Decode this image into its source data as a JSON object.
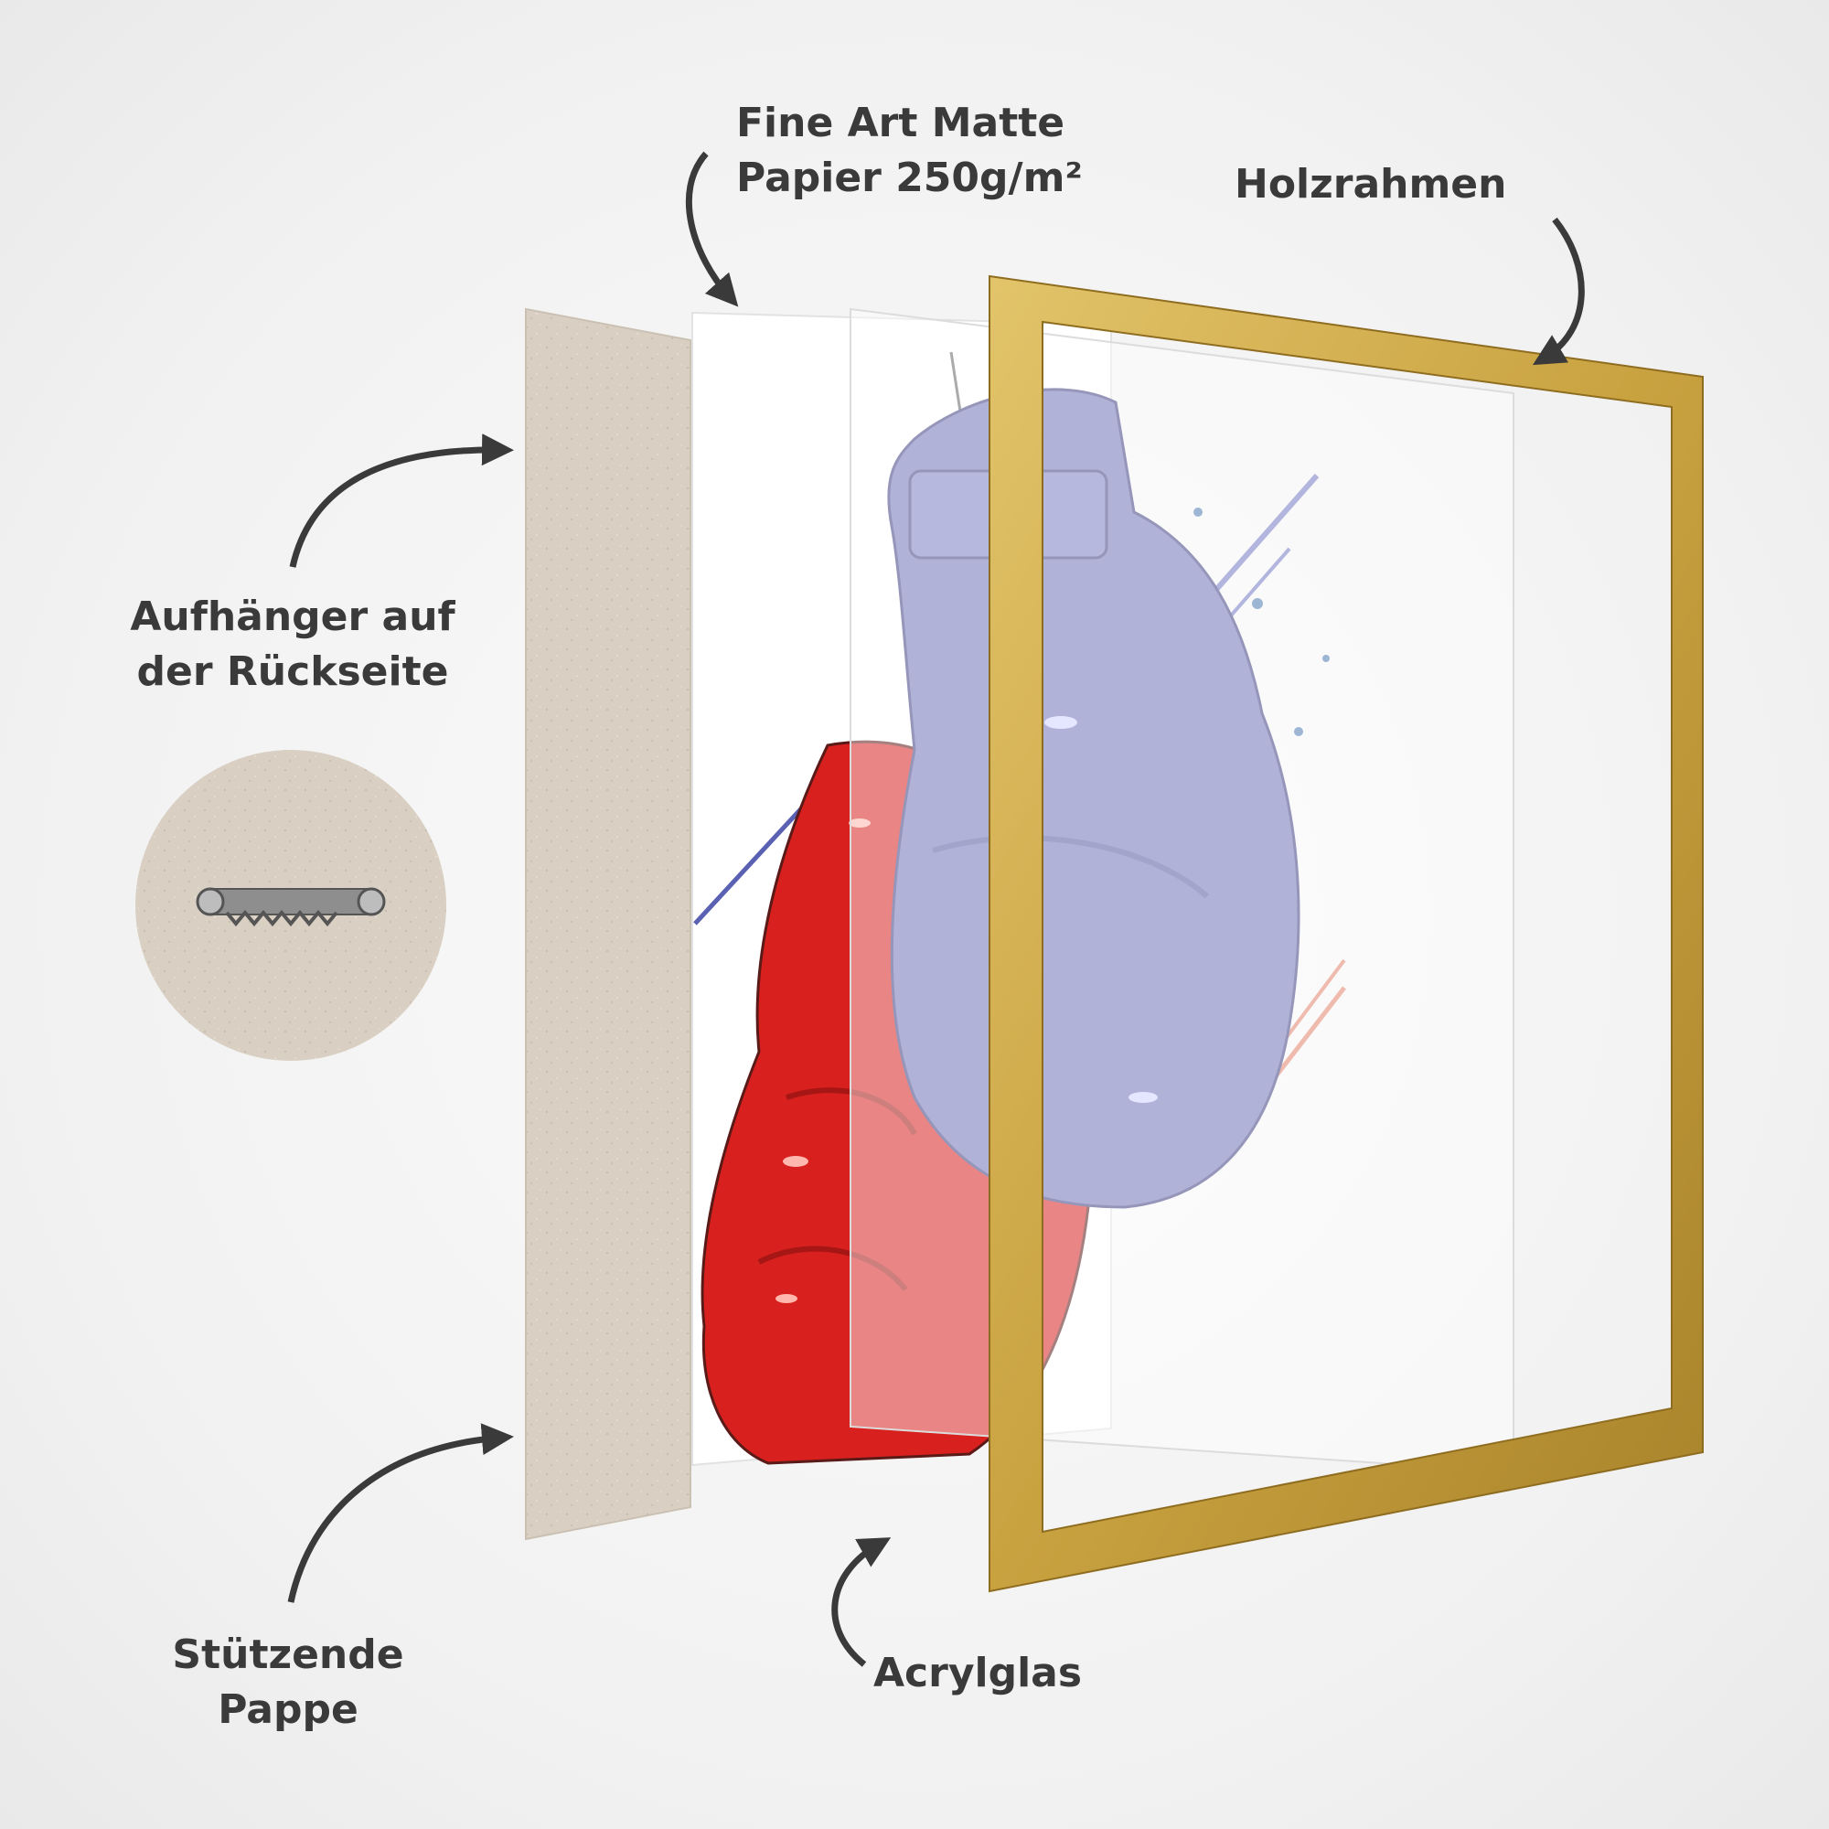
{
  "labels": {
    "paper": {
      "line1": "Fine Art Matte",
      "line2": "Papier 250g/m²"
    },
    "frame": {
      "line1": "Holzrahmen"
    },
    "hanger": {
      "line1": "Aufhänger auf",
      "line2": "der Rückseite"
    },
    "cardboard": {
      "line1": "Stützende",
      "line2": "Pappe"
    },
    "acryl": {
      "line1": "Acrylglas"
    }
  },
  "colors": {
    "cardboard": "#d9d0c3",
    "frame_gold": "#c9a240",
    "glove_blue": "#6f73b8",
    "glove_red": "#d8211f",
    "label_text": "#3a3a3a",
    "arrow": "#3a3a3a"
  }
}
